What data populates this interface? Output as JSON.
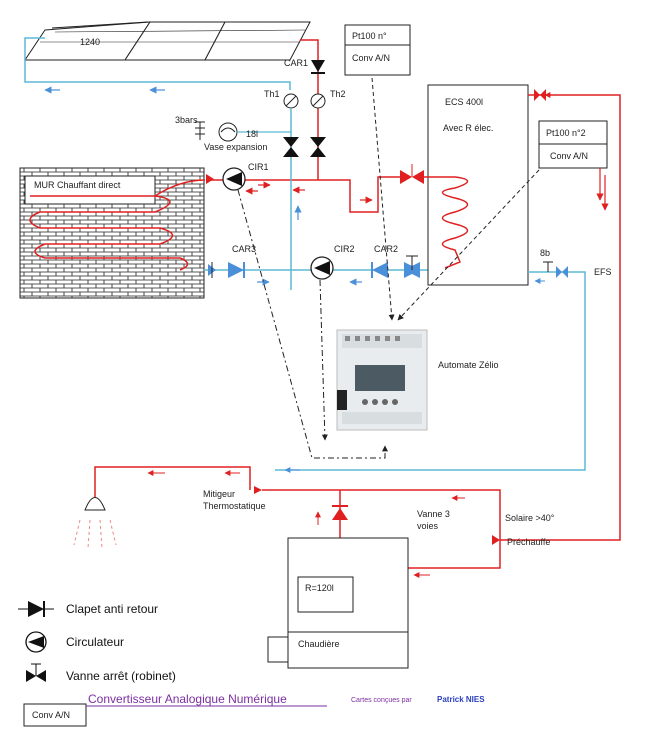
{
  "labels": {
    "panel": "1240",
    "pt100_1": "Pt100 n°",
    "conv1": "Conv A/N",
    "car1": "CAR1",
    "th1": "Th1",
    "th2": "Th2",
    "pressure": "3bars",
    "vessel_volume": "18l",
    "vessel": "Vase expansion",
    "cir1": "CIR1",
    "wall": "MUR Chauffant direct",
    "car3": "CAR3",
    "cir2": "CIR2",
    "car2": "CAR2",
    "tank": "ECS 400l",
    "tank_sub": "Avec R élec.",
    "pt100_2": "Pt100 n°2",
    "conv2": "Conv A/N",
    "pressure2": "8b",
    "efs": "EFS",
    "plc": "Automate Zélio",
    "mixer_1": "Mitigeur",
    "mixer_2": "Thermostatique",
    "valve3_1": "Vanne 3",
    "valve3_2": "voies",
    "solar": "Solaire >40°",
    "preheat": "Préchauffe",
    "boiler_volume": "R=120l",
    "boiler": "Chaudière"
  },
  "legend": {
    "check_valve": "Clapet anti retour",
    "circulator": "Circulateur",
    "stop_valve": "Vanne arrêt (robinet)",
    "converter_title": "Convertisseur Analogique Numérique",
    "converter_box": "Conv A/N",
    "credit": "Cartes conçues par",
    "author": "Patrick NIES"
  },
  "colors": {
    "hot": "#e02020",
    "cold": "#4a90d9",
    "pipe_blue": "#5bbad5",
    "signal": "#222222"
  }
}
